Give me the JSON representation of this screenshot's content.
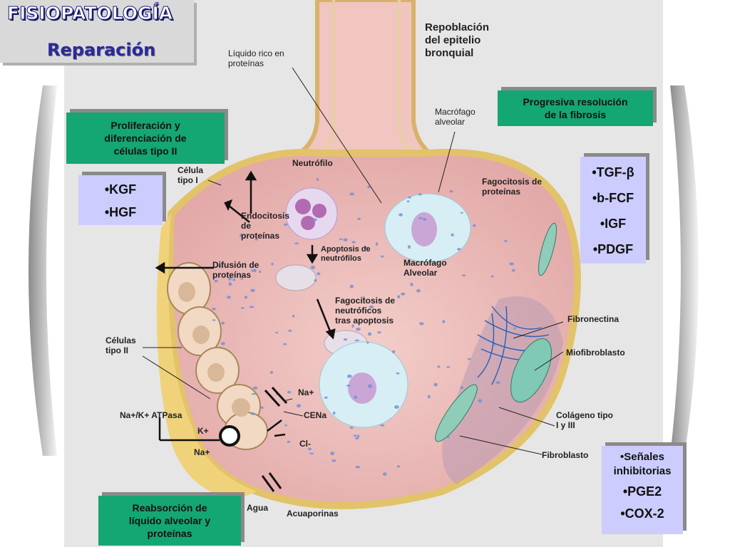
{
  "header": {
    "title": "FISIOPATOLOGÍA",
    "subtitle": "Reparación"
  },
  "boxes": {
    "proliferation": [
      "Proliferación y",
      "diferenciación de",
      "células tipo II"
    ],
    "resolution": [
      "Progresiva resolución",
      "de la fibrosis"
    ],
    "reabsorption": [
      "Reabsorción de",
      "líquido alveolar y",
      "proteínas"
    ]
  },
  "lists": {
    "growth_left": [
      "•KGF",
      "•HGF"
    ],
    "growth_right": [
      "•TGF-β",
      "•b-FCF",
      "•IGF",
      "•PDGF"
    ],
    "inhibitory": [
      "•Señales",
      "inhibitorias",
      "•PGE2",
      "•COX-2"
    ]
  },
  "labels": {
    "repoblacion": [
      "Repoblación",
      "del epitelio",
      "bronquial"
    ],
    "liquido": [
      "Líquido rico en",
      "proteínas"
    ],
    "macrofago_top": [
      "Macrófago",
      "alveolar"
    ],
    "celula_tipo1": [
      "Célula",
      "tipo I"
    ],
    "neutrofilo": "Neutrófilo",
    "fagocitosis_proteinas": [
      "Fagocitosis de",
      "proteínas"
    ],
    "endocitosis": [
      "Endocitosis",
      "de",
      "proteínas"
    ],
    "apoptosis": [
      "Apoptosis de",
      "neutrófilos"
    ],
    "macrofago_mid": [
      "Macrófago",
      "Alveolar"
    ],
    "difusion": [
      "Difusión de",
      "proteínas"
    ],
    "fagocitosis_neutroficos": [
      "Fagocitosis de",
      "neutróficos",
      "tras apoptosis"
    ],
    "fibronectina": "Fibronectina",
    "celulas_tipo2": [
      "Células",
      "tipo II"
    ],
    "miofibroblasto": "Miofibroblasto",
    "na_plus": "Na+",
    "na_k_atpasa": "Na+/K+ ATPasa",
    "cena": "CENa",
    "colageno": [
      "Colágeno tipo",
      "I y III"
    ],
    "k_plus": "K+",
    "cl_minus": "Cl-",
    "na_plus2": "Na+",
    "fibroblasto": "Fibroblasto",
    "agua": "Agua",
    "acuaporinas": "Acuaporinas"
  },
  "colors": {
    "green_box": "#14a673",
    "lavender_box": "#ccccff",
    "membrane": "#e8c86a",
    "alveolus": "#e9b7b4",
    "title_blue": "#2a2a9a"
  }
}
